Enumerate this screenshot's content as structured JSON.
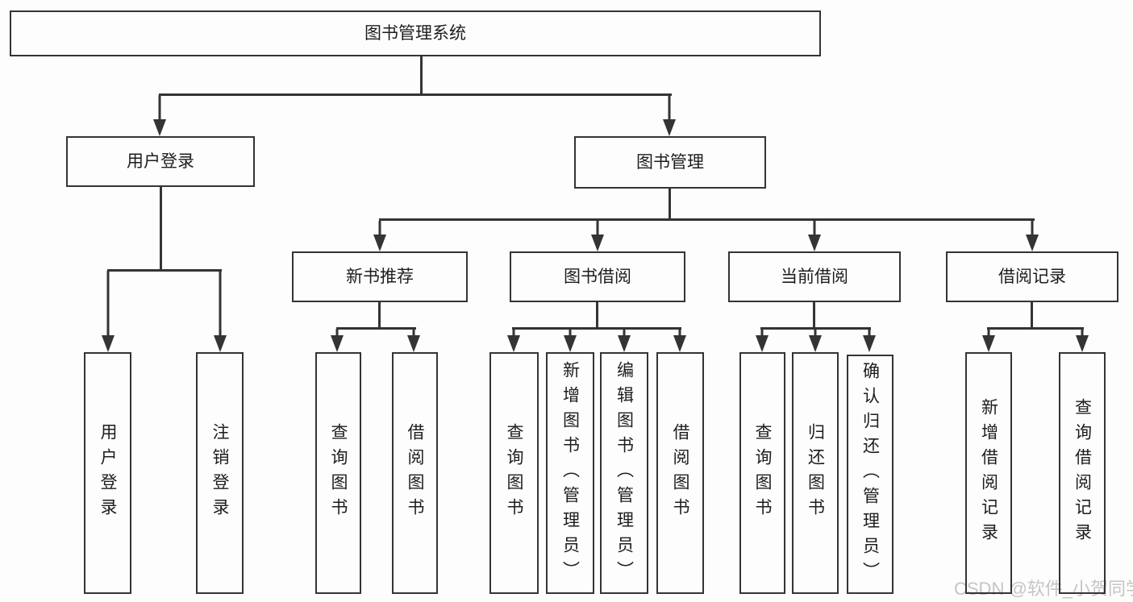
{
  "colors": {
    "line": "#343434",
    "text": "#1d1d1d",
    "watermark": "#c5c5c5",
    "page_background": "#fdfdfd"
  },
  "watermark": {
    "text": "CSDN @软件_小贺同学"
  },
  "tree": {
    "label": "图书管理系统",
    "children": [
      {
        "label": "用户登录",
        "children": [
          {
            "label": "用户登录"
          },
          {
            "label": "注销登录"
          }
        ]
      },
      {
        "label": "图书管理",
        "children": [
          {
            "label": "新书推荐",
            "children": [
              {
                "label": "查询图书"
              },
              {
                "label": "借阅图书"
              }
            ]
          },
          {
            "label": "图书借阅",
            "children": [
              {
                "label": "查询图书"
              },
              {
                "label": "新增图书（管理员）"
              },
              {
                "label": "编辑图书（管理员）"
              },
              {
                "label": "借阅图书"
              }
            ]
          },
          {
            "label": "当前借阅",
            "children": [
              {
                "label": "查询图书"
              },
              {
                "label": "归还图书"
              },
              {
                "label": "确认归还（管理员）"
              }
            ]
          },
          {
            "label": "借阅记录",
            "children": [
              {
                "label": "新增借阅记录"
              },
              {
                "label": "查询借阅记录"
              }
            ]
          }
        ]
      }
    ]
  }
}
